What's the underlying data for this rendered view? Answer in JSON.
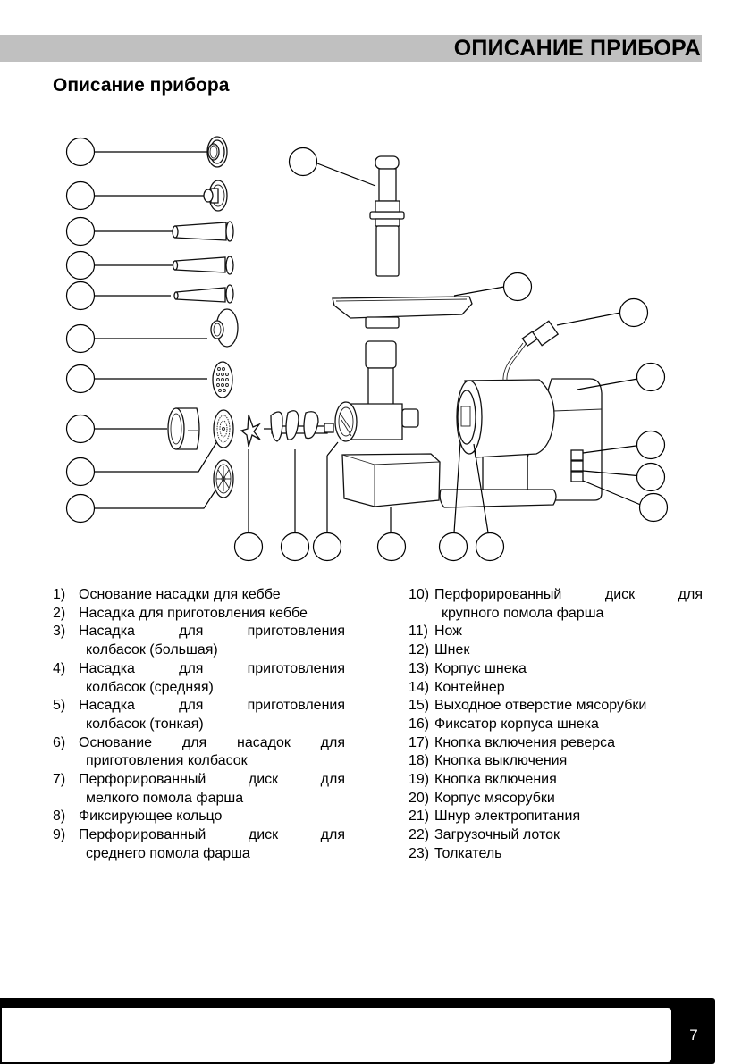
{
  "header": {
    "title": "ОПИСАНИЕ ПРИБОРА"
  },
  "section": {
    "title": "Описание прибора"
  },
  "diagram": {
    "description": "Exploded view of electric meat grinder with numbered callout circles (numbers not printed)",
    "callout_count": 23
  },
  "parts_left": [
    {
      "num": "1)",
      "lines": [
        "Основание насадки для кеббе"
      ]
    },
    {
      "num": "2)",
      "lines": [
        "Насадка для приготовления  кеббе"
      ]
    },
    {
      "num": "3)",
      "lines": [
        "Насадка для приготовления",
        "колбасок (большая)"
      ]
    },
    {
      "num": "4)",
      "lines": [
        "Насадка для приготовления",
        "колбасок (средняя)"
      ]
    },
    {
      "num": "5)",
      "lines": [
        "Насадка для приготовления",
        "колбасок (тонкая)"
      ]
    },
    {
      "num": "6)",
      "lines": [
        "Основание для насадок для",
        "приготовления колбасок"
      ]
    },
    {
      "num": "7)",
      "lines": [
        "Перфорированный диск для",
        "мелкого помола фарша"
      ]
    },
    {
      "num": "8)",
      "lines": [
        "Фиксирующее кольцо"
      ]
    },
    {
      "num": "9)",
      "lines": [
        "Перфорированный диск для",
        "среднего помола фарша"
      ]
    }
  ],
  "parts_right": [
    {
      "num": "10)",
      "lines": [
        "Перфорированный диск для",
        "крупного помола фарша"
      ]
    },
    {
      "num": "11)",
      "lines": [
        "Нож"
      ]
    },
    {
      "num": "12)",
      "lines": [
        "Шнек"
      ]
    },
    {
      "num": "13)",
      "lines": [
        "Корпус шнека"
      ]
    },
    {
      "num": "14)",
      "lines": [
        "Контейнер"
      ]
    },
    {
      "num": "15)",
      "lines": [
        "Выходное отверстие мясорубки"
      ]
    },
    {
      "num": "16)",
      "lines": [
        "Фиксатор корпуса шнека"
      ]
    },
    {
      "num": "17)",
      "lines": [
        "Кнопка включения реверса"
      ]
    },
    {
      "num": "18)",
      "lines": [
        "Кнопка выключения"
      ]
    },
    {
      "num": "19)",
      "lines": [
        "Кнопка включения"
      ]
    },
    {
      "num": "20)",
      "lines": [
        "Корпус мясорубки"
      ]
    },
    {
      "num": "21)",
      "lines": [
        "Шнур электропитания"
      ]
    },
    {
      "num": "22)",
      "lines": [
        "Загрузочный лоток"
      ]
    },
    {
      "num": "23)",
      "lines": [
        "Толкатель"
      ]
    }
  ],
  "footer": {
    "page_number": "7"
  }
}
